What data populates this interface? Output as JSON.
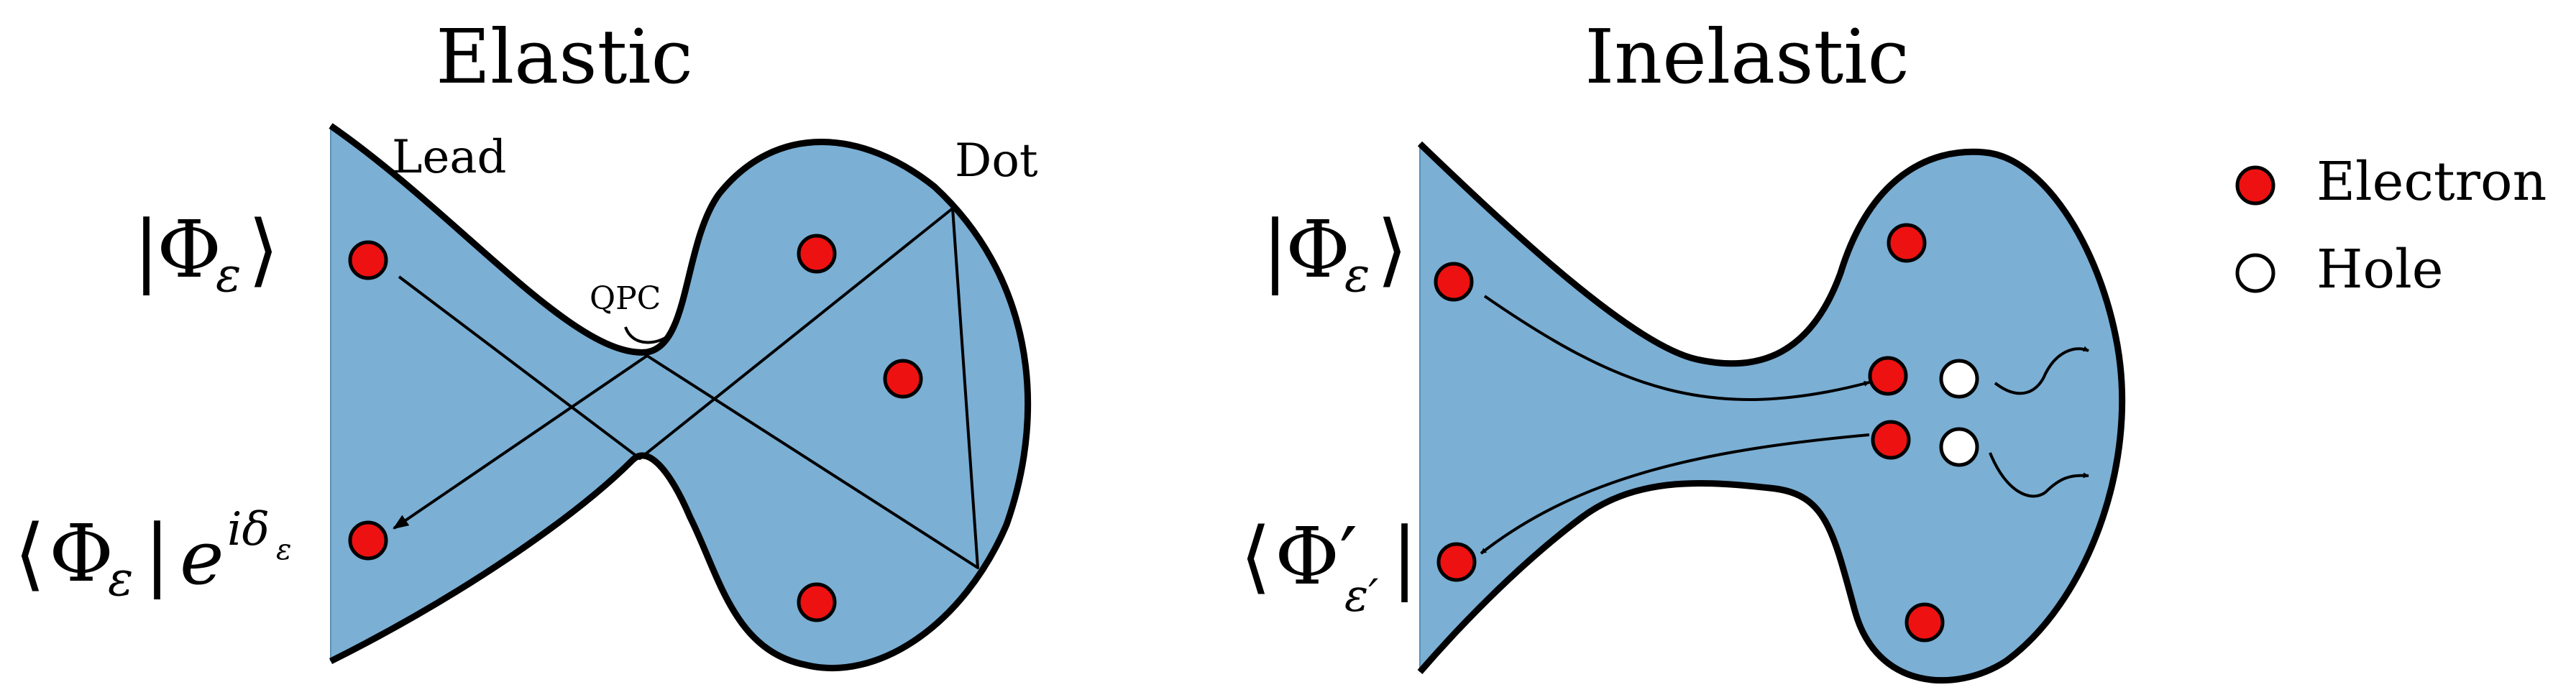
{
  "panels": {
    "elastic": {
      "title": "Elastic",
      "lead_label": "Lead",
      "dot_label": "Dot",
      "qpc_label": "QPC",
      "ket": {
        "symbol": "Φ",
        "subscript": "ε"
      },
      "bra": {
        "symbol": "Φ",
        "subscript": "ε",
        "exp_base": "e",
        "exp_power": "iδ",
        "exp_sub": "ε"
      }
    },
    "inelastic": {
      "title": "Inelastic",
      "ket": {
        "symbol": "Φ",
        "subscript": "ε"
      },
      "bra": {
        "symbol": "Φ′",
        "subscript": "ε′"
      }
    }
  },
  "legend": {
    "electron_label": "Electron",
    "hole_label": "Hole"
  },
  "colors": {
    "region_fill": "#7bafd4",
    "electron": "#ee1111",
    "hole": "#ffffff",
    "outline": "#000000"
  }
}
